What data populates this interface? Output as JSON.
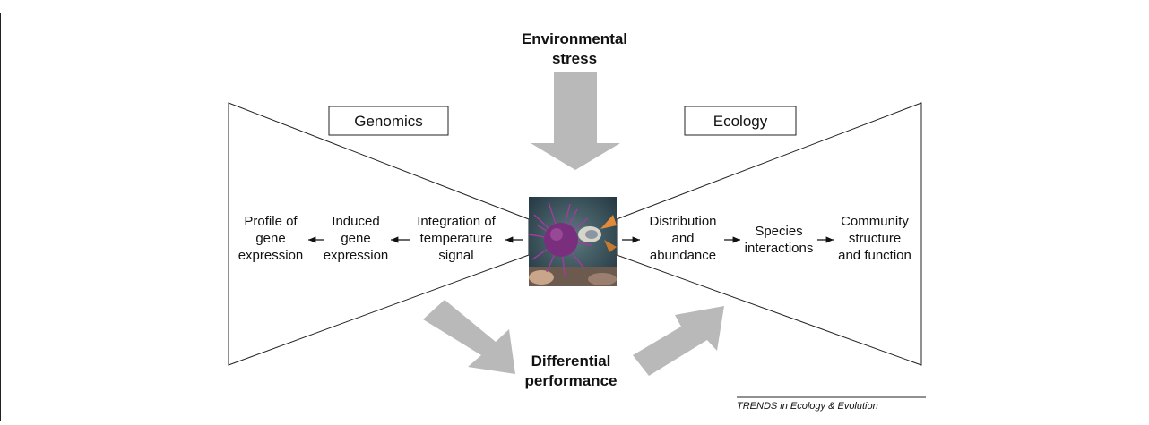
{
  "title_lines": [
    "Environmental",
    "stress"
  ],
  "bottom_lines": [
    "Differential",
    "performance"
  ],
  "left_box": "Genomics",
  "right_box": "Ecology",
  "left_labels": [
    [
      "Profile of",
      "gene",
      "expression"
    ],
    [
      "Induced",
      "gene",
      "expression"
    ],
    [
      "Integration of",
      "temperature",
      "signal"
    ]
  ],
  "right_labels": [
    [
      "Distribution",
      "and",
      "abundance"
    ],
    [
      "Species",
      "interactions"
    ],
    [
      "Community",
      "structure",
      "and function"
    ]
  ],
  "credit": "TRENDS in Ecology & Evolution",
  "photo": {
    "icon": "sea-urchin-photo",
    "colors": {
      "urchin": "#7a2e7e",
      "sea": "#3d5a66"
    }
  },
  "colors": {
    "arrow": "#b9b9b9",
    "line": "#222222"
  }
}
